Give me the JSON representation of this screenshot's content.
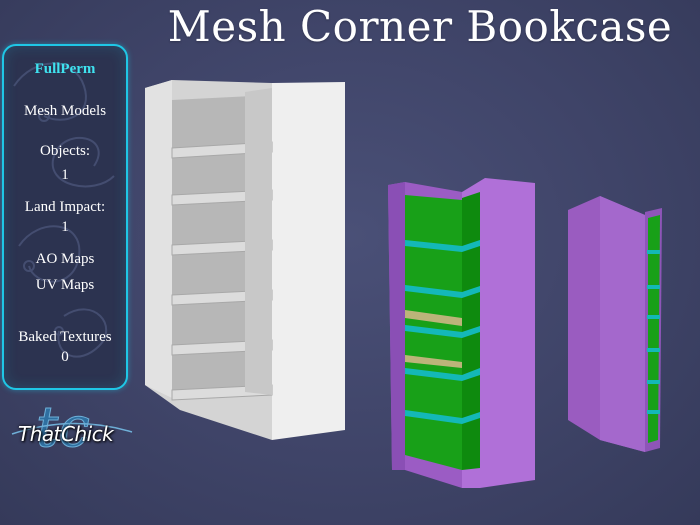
{
  "title": "Mesh Corner Bookcase",
  "panel": {
    "perm": "FullPerm",
    "mesh": "Mesh Models",
    "objects_label": "Objects:",
    "objects_value": "1",
    "land_label": "Land Impact:",
    "land_value": "1",
    "ao": "AO Maps",
    "uv": "UV Maps",
    "baked_label": "Baked Textures",
    "baked_value": "0"
  },
  "logo": {
    "monogram": "tc",
    "text": "ThatChick"
  },
  "colors": {
    "accent": "#1fc7e6",
    "background": "#3f4468",
    "bookcase_white": "#e8e8e8",
    "bookcase_purple": "#a060c8",
    "shelf_green": "#1aa01a",
    "shelf_teal": "#10b8b8"
  }
}
